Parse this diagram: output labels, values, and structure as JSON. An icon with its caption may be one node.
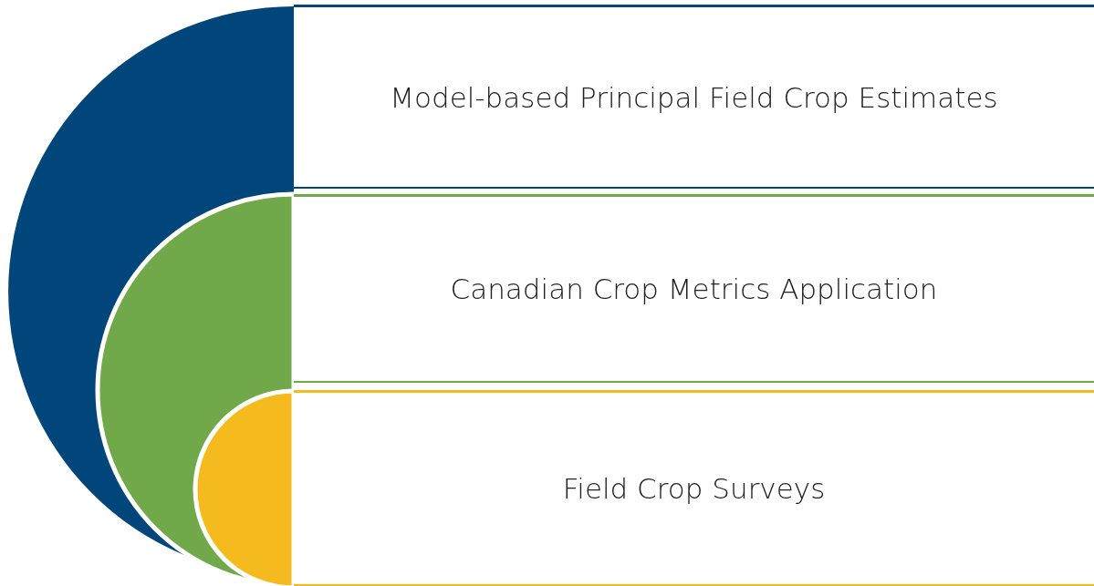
{
  "diagram": {
    "nodes": [
      {
        "text": [
          "Model-based Principal Field Crop Estimates"
        ]
      },
      {
        "text": [
          "Canadian Crop Metrics Application"
        ]
      },
      {
        "text": [
          "Field Crop Surveys"
        ]
      }
    ]
  }
}
